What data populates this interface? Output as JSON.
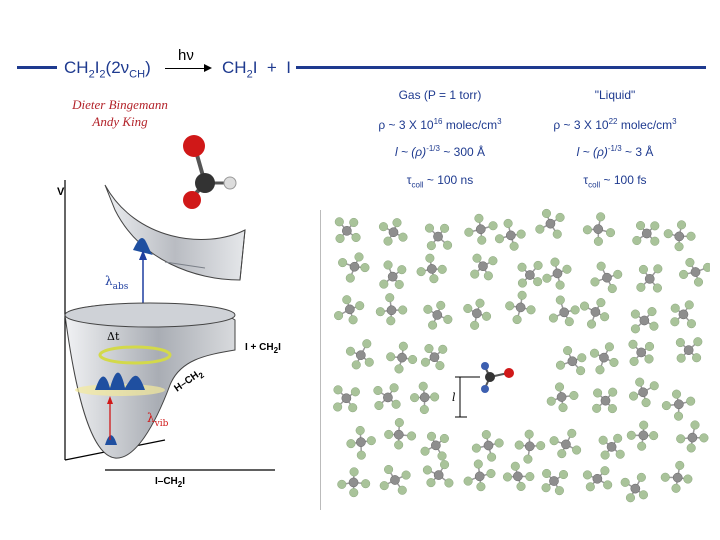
{
  "equation": {
    "reactant_main": "CH",
    "reactant_sub1": "2",
    "reactant_I": "I",
    "reactant_sub2": "2",
    "reactant_paren": "(2ν",
    "reactant_sub3": "CH",
    "reactant_close": ")",
    "photon": "hν",
    "product1": "CH",
    "product1_sub": "2",
    "product1_end": "I",
    "plus": "+",
    "product2": "I"
  },
  "authors": [
    "Dieter Bingemann",
    "Andy King"
  ],
  "gas": {
    "title": "Gas (P = 1 torr)",
    "density_pre": "ρ ~ 3 X 10",
    "density_exp": "16",
    "density_post": " molec/cm",
    "density_unit_exp": "3",
    "length_pre": "l ~ (ρ)",
    "length_exp": "-1/3",
    "length_post": " ~ 300 Å",
    "tau_pre": "τ",
    "tau_sub": "coll",
    "tau_post": " ~ 100 ns"
  },
  "liquid": {
    "title": "\"Liquid\"",
    "density_pre": "ρ ~ 3 X 10",
    "density_exp": "22",
    "density_post": " molec/cm",
    "density_unit_exp": "3",
    "length_pre": "l ~ (ρ)",
    "length_exp": "-1/3",
    "length_post": " ~ 3 Å",
    "tau_pre": "τ",
    "tau_sub": "coll",
    "tau_post": " ~ 100 fs"
  },
  "diagram": {
    "y_axis": "V",
    "x_axis_label": "I–CH",
    "x_axis_sub": "2",
    "x_axis_end": "I",
    "diag_label": "H–CH",
    "diag_sub": "2",
    "dissoc_label": "I + CH",
    "dissoc_sub": "2",
    "dissoc_end": "I",
    "lambda_abs": "λ",
    "lambda_abs_sub": "abs",
    "lambda_vib": "λ",
    "lambda_vib_sub": "vib",
    "delta_t": "Δt",
    "l_label": "l"
  },
  "colors": {
    "title_blue": "#1e3a8f",
    "author_red": "#b3232a",
    "surface_grey": "#b9bcc2",
    "wavepacket": "#1f4fa0",
    "molecule_green": "#a9c39a",
    "molecule_grey": "#8e8e8e",
    "oxygen_red": "#d01818"
  }
}
